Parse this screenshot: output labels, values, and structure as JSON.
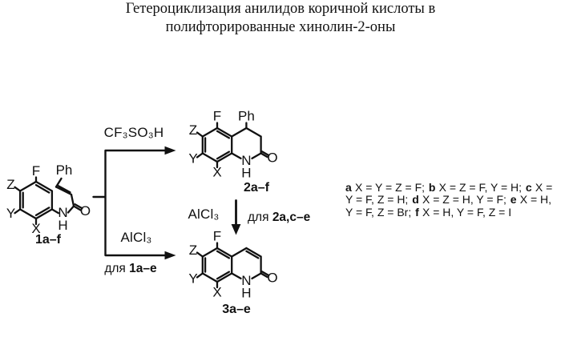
{
  "title": {
    "line1": "Гетероциклизация анилидов коричной кислоты в",
    "line2": "полифторированные хинолин-2-оны"
  },
  "atoms": {
    "F": "F",
    "Z": "Z",
    "Y": "Y",
    "X": "X",
    "N": "N",
    "H": "H",
    "O": "O",
    "Ph": "Ph"
  },
  "compounds": {
    "reactant": "1a–f",
    "intermediate": "2a–f",
    "product": "3a–e"
  },
  "reagents": {
    "top_arrow": "CF₃SO₃H",
    "bottom_arrow": "AlCl₃",
    "middle_arrow": "AlCl₃"
  },
  "conditions": {
    "bottom_arrow": {
      "prefix": "для",
      "compounds": "1a–e"
    },
    "middle_arrow": {
      "prefix": "для",
      "compounds": "2a,c–e"
    }
  },
  "substituents": {
    "entries": [
      {
        "label": "a",
        "def": "X = Y = Z = F;"
      },
      {
        "label": "b",
        "def": "X = Z = F, Y = H;"
      },
      {
        "label": "c",
        "def": "X = Y = F, Z = H;"
      },
      {
        "label": "d",
        "def": "X = Z = H, Y = F;"
      },
      {
        "label": "e",
        "def": "X = H, Y = F, Z = Br;"
      },
      {
        "label": "f",
        "def": "X = H, Y = F, Z = I"
      }
    ]
  },
  "colors": {
    "ink": "#111111",
    "background": "#ffffff"
  }
}
